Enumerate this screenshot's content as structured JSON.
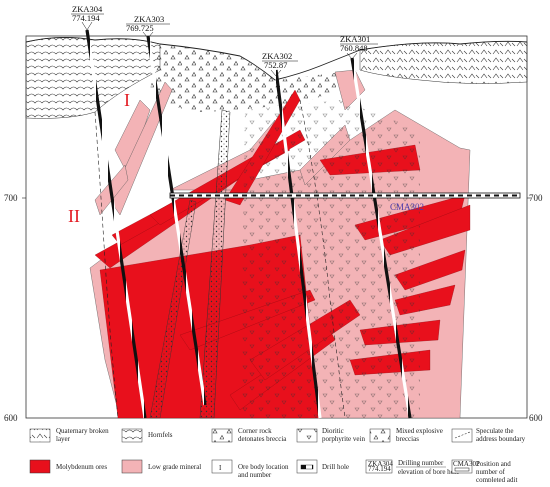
{
  "drill_holes": [
    {
      "number": "ZKA304",
      "elevation": "774.194"
    },
    {
      "number": "ZKA303",
      "elevation": "769.725"
    },
    {
      "number": "ZKA302",
      "elevation": "752.87"
    },
    {
      "number": "ZKA301",
      "elevation": "760.848"
    }
  ],
  "ore_bodies": [
    "I",
    "II"
  ],
  "elevation_axis": {
    "left": [
      "700",
      "600"
    ],
    "right": [
      "700",
      "600"
    ]
  },
  "adit_label": "CMA302",
  "colors": {
    "molybdenum": "#e8101c",
    "low_grade": "#f3b3b6",
    "label_red": "#e31b23",
    "adit_text": "#4a3aa8"
  },
  "legend": [
    {
      "key": "quaternary",
      "label": "Quaternary broken layer"
    },
    {
      "key": "hornfels",
      "label": "Hornfels"
    },
    {
      "key": "country_rock",
      "label": "Corner rock detonates breccia"
    },
    {
      "key": "dioritic",
      "label": "Dioritic porphyrite vein"
    },
    {
      "key": "mixed",
      "label": "Mixed explosive breccias"
    },
    {
      "key": "speculate",
      "label": "Speculate the address boundary"
    },
    {
      "key": "molybdenum",
      "label": "Molybdenum ores"
    },
    {
      "key": "low_grade",
      "label": "Low grade mineral"
    },
    {
      "key": "ore_body",
      "label": "Ore body location and number",
      "symbol": "I"
    },
    {
      "key": "drill_hole",
      "label": "Drill hole"
    },
    {
      "key": "drilling_number",
      "label": "Drilling number",
      "label2": "elevation of bore hole",
      "symbol": "ZKA304",
      "symbol2": "774.194"
    },
    {
      "key": "adit",
      "label": "Position and number of completed adit",
      "symbol": "CMA302"
    }
  ]
}
